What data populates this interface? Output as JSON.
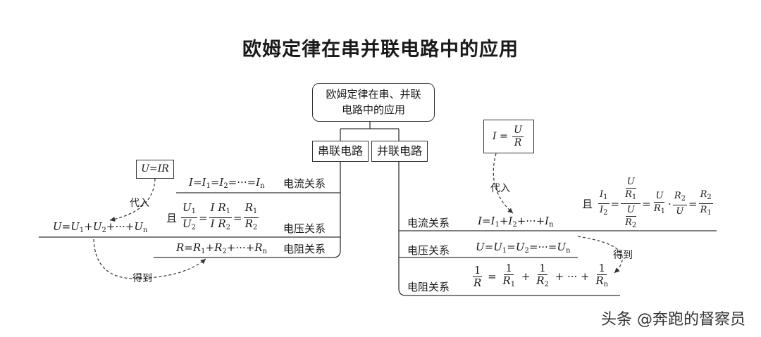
{
  "title": "欧姆定律在串并联电路中的应用",
  "root": {
    "line1": "欧姆定律在串、并联",
    "line2": "电路中的应用"
  },
  "series": {
    "label": "串联电路",
    "current_label": "电流关系",
    "voltage_label": "电压关系",
    "resistance_label": "电阻关系",
    "voltage_prefix": "且",
    "ohm_box": "U=IR",
    "substitute": "代入",
    "derive": "得到"
  },
  "parallel": {
    "label": "并联电路",
    "current_label": "电流关系",
    "voltage_label": "电压关系",
    "resistance_label": "电阻关系",
    "current_prefix": "且",
    "substitute": "代入",
    "derive": "得到"
  },
  "watermark": "头条 @奔跑的督察员"
}
